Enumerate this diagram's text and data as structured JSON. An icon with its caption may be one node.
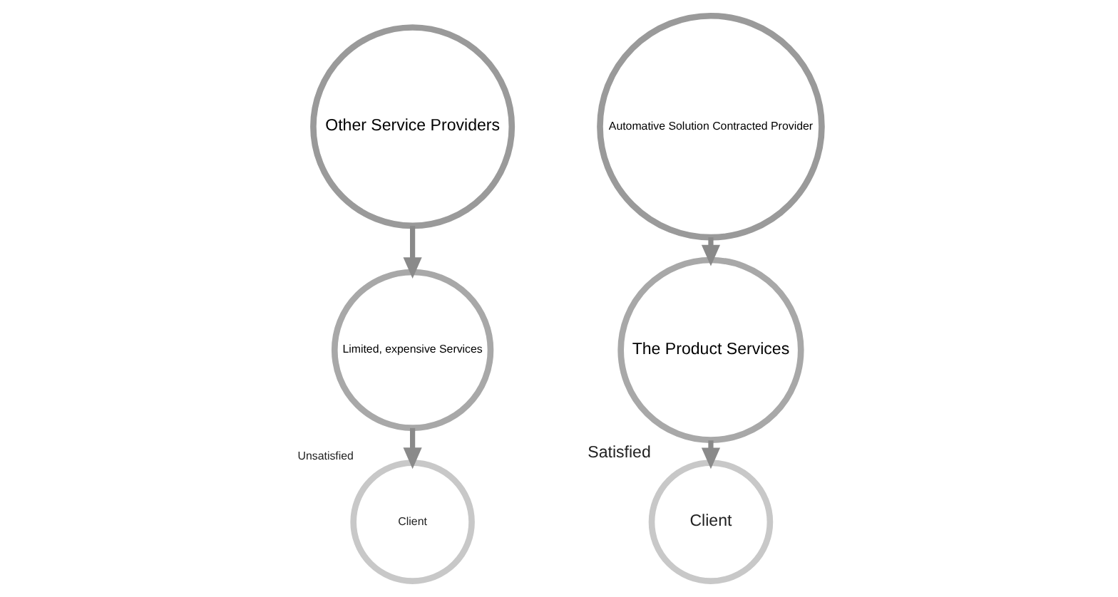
{
  "diagram": {
    "nodes": [
      {
        "text": [
          "Other Service Providers"
        ]
      },
      {
        "text": [
          "Limited, expensive Services"
        ]
      },
      {
        "text": [
          "Client"
        ],
        "beside": [
          "Unsatisfied"
        ]
      },
      {
        "text": [
          "Automative Solution Contracted Provider"
        ]
      },
      {
        "text": [
          "The Product Services"
        ]
      },
      {
        "text": [
          "Client"
        ],
        "beside": [
          "Satisfied"
        ]
      }
    ],
    "edges": [
      {
        "from": 0,
        "to": 1,
        "arrow": "to"
      },
      {
        "from": 1,
        "to": 2,
        "arrow": "to"
      },
      {
        "from": 3,
        "to": 4,
        "arrow": "to"
      },
      {
        "from": 4,
        "to": 5,
        "arrow": "to"
      }
    ]
  }
}
